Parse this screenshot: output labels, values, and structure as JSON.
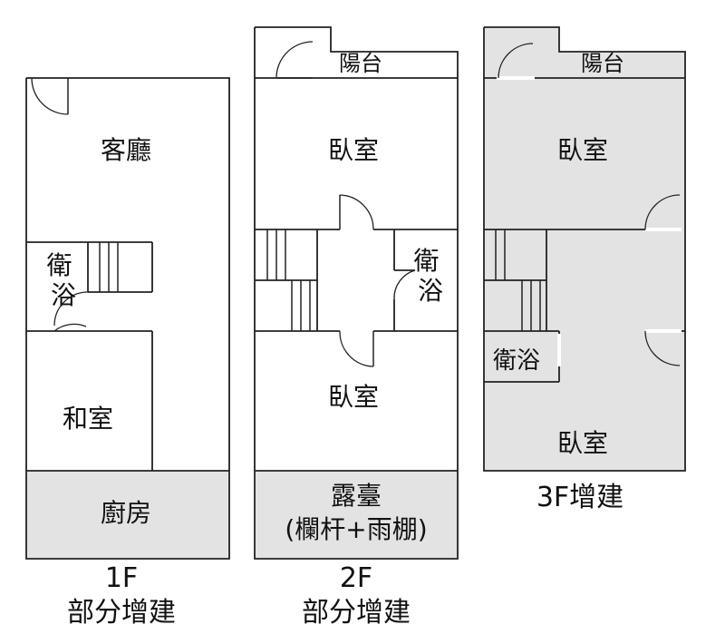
{
  "colors": {
    "wall": "#222222",
    "added_area_fill": "#e3e3e3",
    "background": "#ffffff"
  },
  "floor_1": {
    "rooms": {
      "living_room": "客廳",
      "bathroom": "衛浴",
      "japanese_room": "和室",
      "kitchen": "廚房"
    },
    "caption": {
      "floor": "1F",
      "note": "部分增建"
    }
  },
  "floor_2": {
    "rooms": {
      "balcony": "陽台",
      "bedroom_front": "臥室",
      "bathroom": "衛浴",
      "bedroom_back": "臥室",
      "terrace": "露臺",
      "terrace_note": "(欄杆+雨棚)"
    },
    "caption": {
      "floor": "2F",
      "note": "部分增建"
    }
  },
  "floor_3": {
    "rooms": {
      "balcony": "陽台",
      "bedroom_front": "臥室",
      "bathroom": "衛浴",
      "bedroom_back": "臥室"
    },
    "caption": {
      "note": "3F增建"
    }
  }
}
